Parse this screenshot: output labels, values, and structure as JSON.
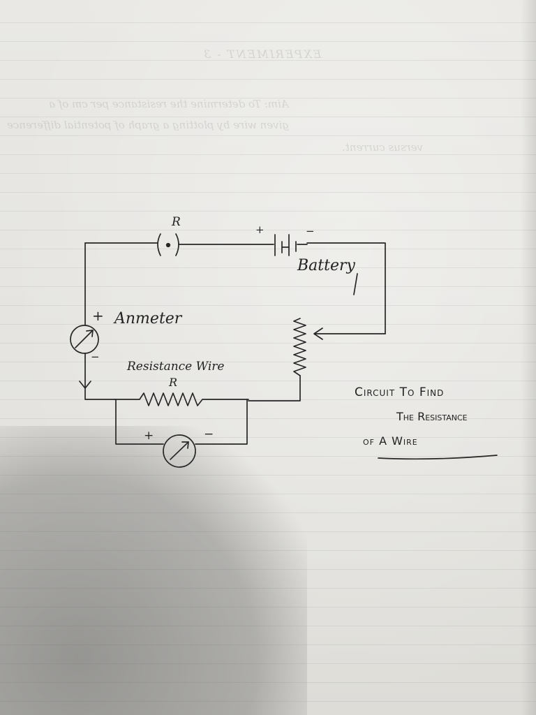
{
  "components": {
    "top_resistor_label": "R",
    "battery_label": "Battery",
    "battery_plus": "+",
    "battery_minus": "−",
    "ammeter_label": "Anmeter",
    "ammeter_plus": "+",
    "ammeter_minus": "−",
    "wire_label": "Resistance Wire",
    "wire_resistor_label": "R",
    "voltmeter_plus": "+",
    "voltmeter_minus": "−"
  },
  "caption": {
    "line1": "Circuit To Find",
    "line2": "The Resistance",
    "line3": "of A Wire"
  },
  "colors": {
    "ink": "#262626",
    "paper": "#e7e6e2"
  },
  "icons": [
    "ammeter-icon",
    "voltmeter-icon",
    "rheostat-icon",
    "battery-icon",
    "resistor-icon",
    "arrow-icon"
  ]
}
